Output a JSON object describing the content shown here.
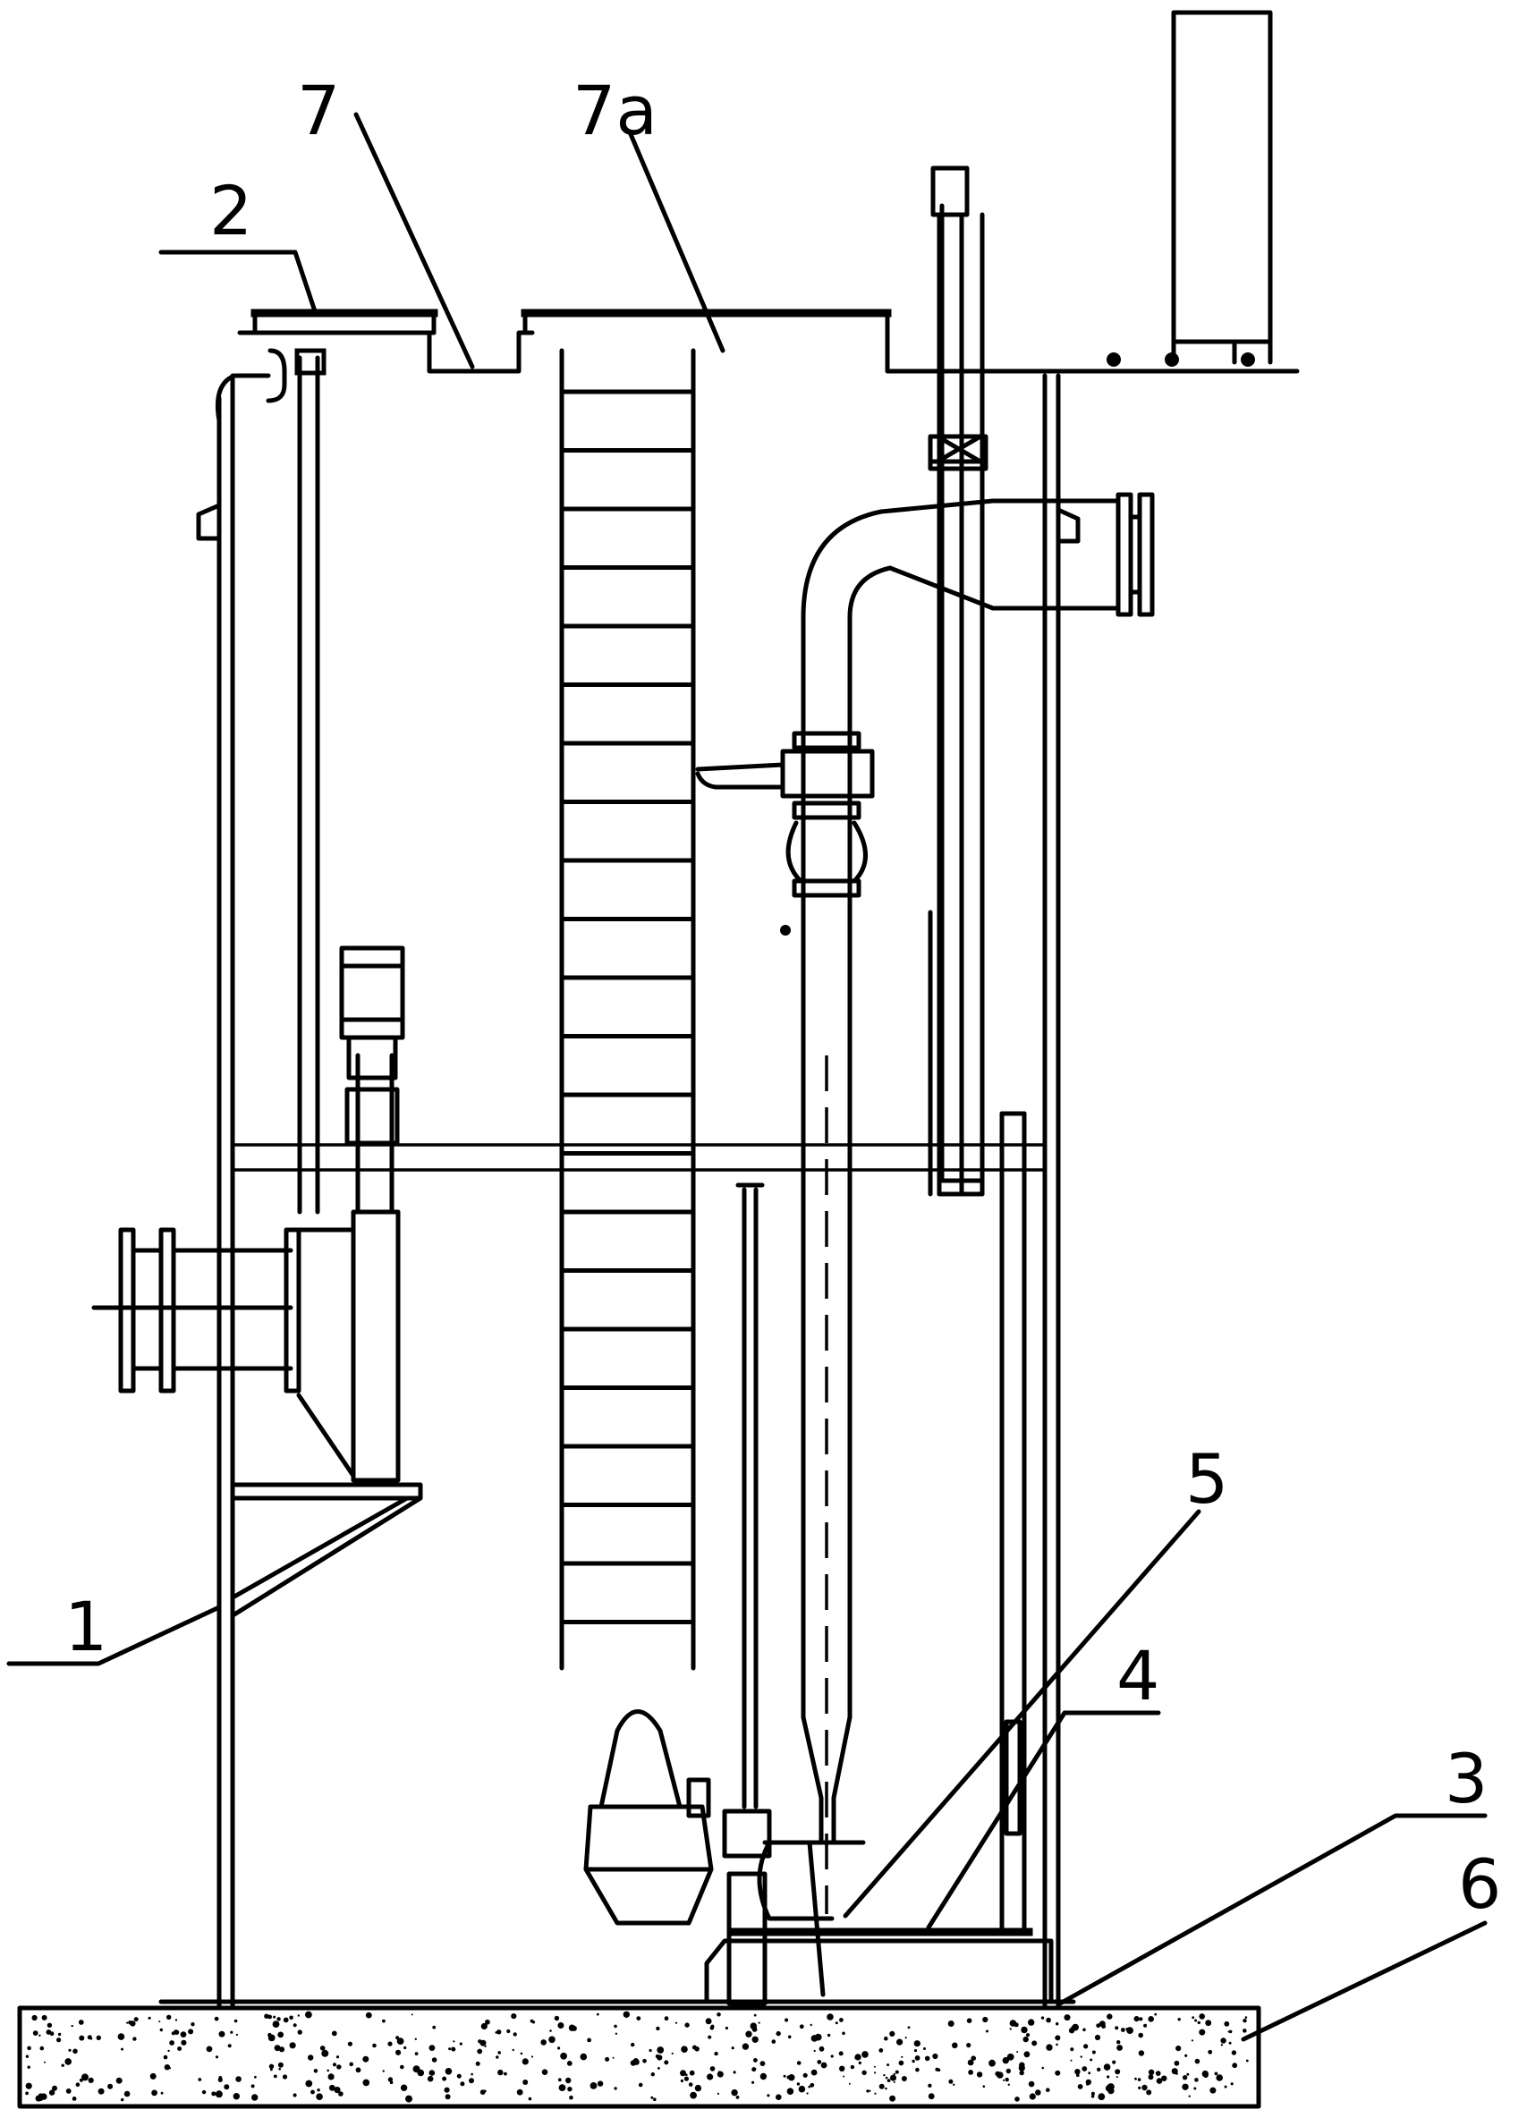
{
  "labels": {
    "l1": "1",
    "l2": "2",
    "l3": "3",
    "l4": "4",
    "l5": "5",
    "l6": "6",
    "l7": "7",
    "l7a": "7a"
  }
}
